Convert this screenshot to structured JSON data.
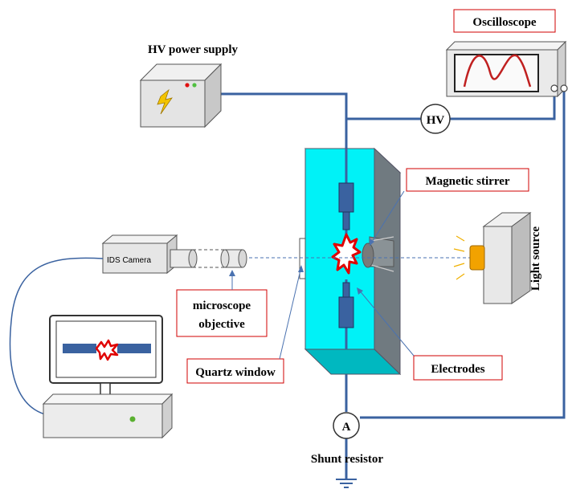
{
  "labels": {
    "hv_power_supply": "HV power supply",
    "oscilloscope": "Oscilloscope",
    "hv_meter": "HV",
    "magnetic_stirrer": "Magnetic stirrer",
    "light_source": "Light source",
    "ids_camera": "IDS Camera",
    "microscope_objective_line1": "microscope",
    "microscope_objective_line2": "objective",
    "quartz_window": "Quartz window",
    "electrodes": "Electrodes",
    "ammeter": "A",
    "shunt_resistor": "Shunt resistor"
  },
  "colors": {
    "wire": "#3a62a0",
    "tank": "#00f2f7",
    "label_border": "#d00000",
    "spark": "#e00000",
    "electrode": "#3a62a0",
    "light": "#f0a000"
  },
  "icons": [
    "lightning-bolt-icon",
    "sine-wave-icon",
    "spark-icon",
    "ground-icon"
  ]
}
